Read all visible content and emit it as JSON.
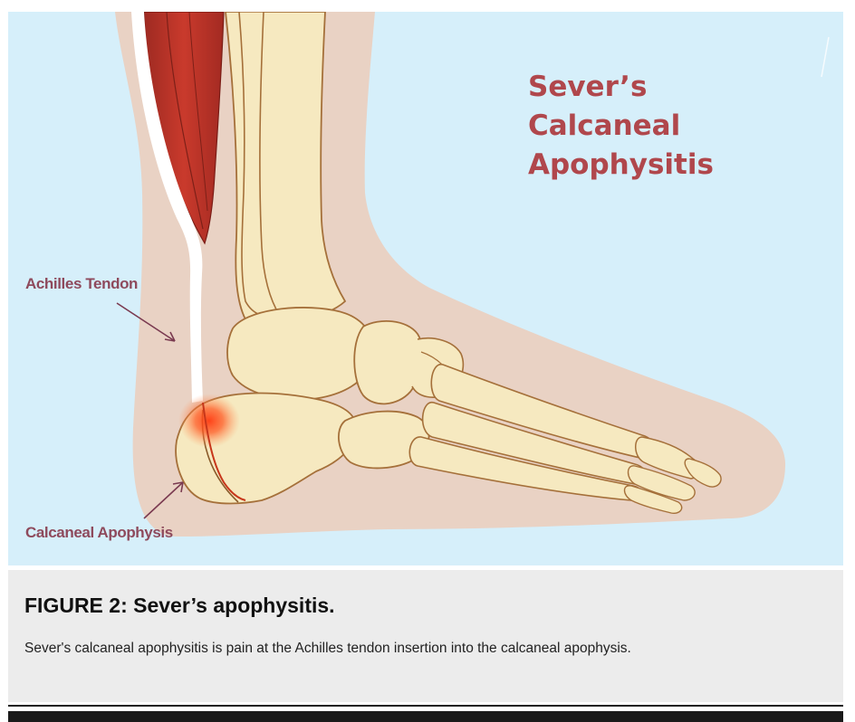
{
  "figure": {
    "image": {
      "title_lines": [
        "Sever’s",
        "Calcaneal",
        "Apophysitis"
      ],
      "labels": {
        "achilles": "Achilles Tendon",
        "apophysis": "Calcaneal Apophysis"
      },
      "colors": {
        "background": "#d6effa",
        "skin": "#e9d2c4",
        "bone": "#f6e9c0",
        "bone_outline": "#a5703a",
        "muscle": "#b8322a",
        "inflammation": "#ff4a1c",
        "text_accent": "#b0474c"
      }
    },
    "caption": {
      "title": "FIGURE 2: Sever’s apophysitis.",
      "text": "Sever's calcaneal apophysitis is pain at the Achilles tendon insertion into the calcaneal apophysis."
    }
  }
}
